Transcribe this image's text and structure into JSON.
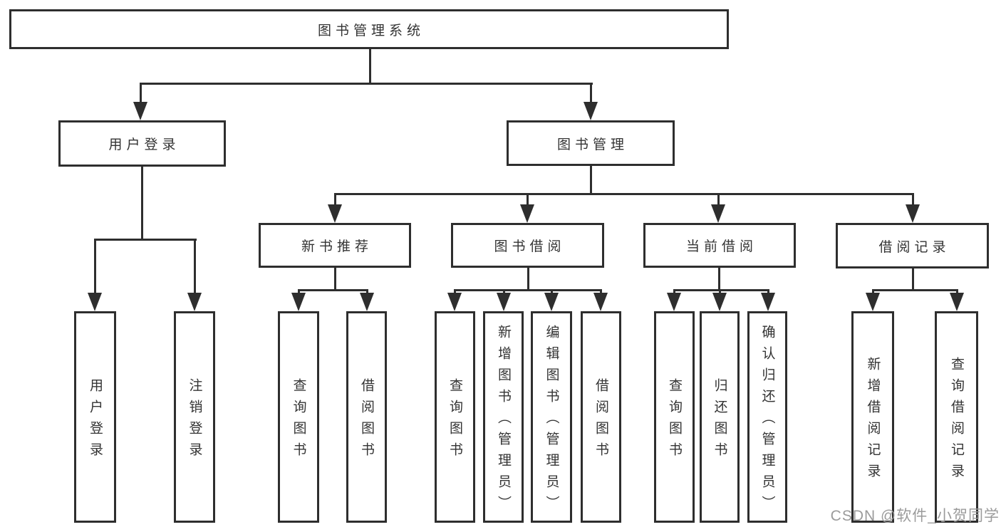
{
  "diagram": {
    "root": {
      "label": "图书管理系统"
    },
    "level2": {
      "user_login": {
        "label": "用户登录"
      },
      "book_mgmt": {
        "label": "图书管理"
      }
    },
    "level3": {
      "new_book": {
        "label": "新书推荐"
      },
      "book_borrow": {
        "label": "图书借阅"
      },
      "current_borrow": {
        "label": "当前借阅"
      },
      "borrow_record": {
        "label": "借阅记录"
      }
    },
    "leaves": {
      "g1": [
        "用户登录",
        "注销登录"
      ],
      "g2": [
        "查询图书",
        "借阅图书"
      ],
      "g3": [
        "查询图书",
        "新增图书（管理员）",
        "编辑图书（管理员）",
        "借阅图书"
      ],
      "g4": [
        "查询图书",
        "归还图书",
        "确认归还（管理员）"
      ],
      "g5": [
        "新增借阅记录",
        "查询借阅记录"
      ]
    }
  },
  "watermark": {
    "text": "CSDN @软件_小贺同学"
  },
  "colors": {
    "line": "#2e2e2e",
    "text": "#333333",
    "watermark": "#9b9b9b",
    "background": "#ffffff"
  }
}
